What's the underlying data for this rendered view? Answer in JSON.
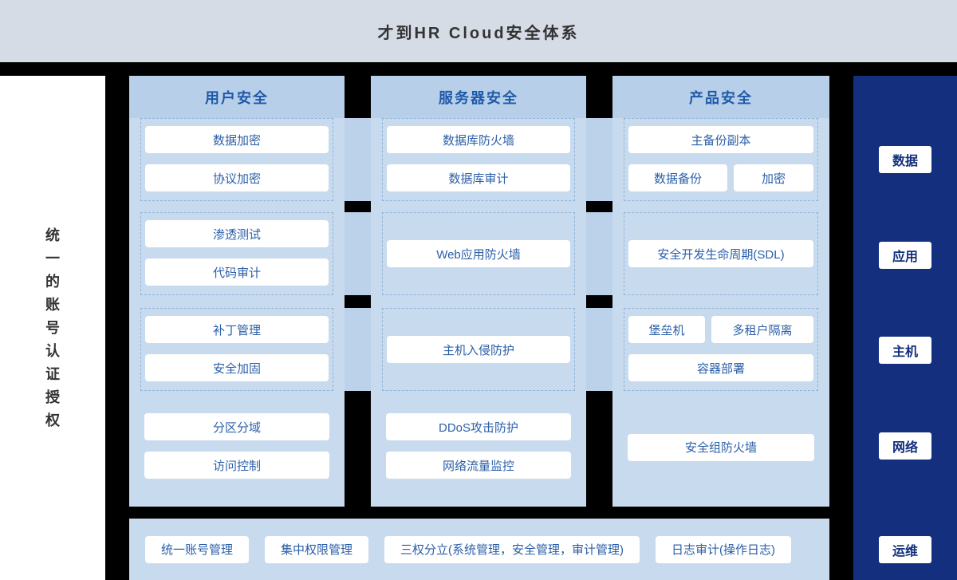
{
  "header": {
    "title": "才到HR Cloud安全体系"
  },
  "left_sidebar": {
    "vertical_label": "统一的账号认证授权"
  },
  "columns": [
    {
      "title": "用户安全",
      "groups": [
        {
          "dashed": true,
          "rows": [
            [
              {
                "label": "数据加密"
              }
            ],
            [
              {
                "label": "协议加密"
              }
            ]
          ]
        },
        {
          "dashed": true,
          "rows": [
            [
              {
                "label": "渗透测试"
              }
            ],
            [
              {
                "label": "代码审计"
              }
            ]
          ]
        },
        {
          "dashed": true,
          "rows": [
            [
              {
                "label": "补丁管理"
              }
            ],
            [
              {
                "label": "安全加固"
              }
            ]
          ]
        },
        {
          "dashed": false,
          "rows": [
            [
              {
                "label": "分区分域"
              }
            ],
            [
              {
                "label": "访问控制"
              }
            ]
          ]
        }
      ]
    },
    {
      "title": "服务器安全",
      "groups": [
        {
          "dashed": true,
          "rows": [
            [
              {
                "label": "数据库防火墙"
              }
            ],
            [
              {
                "label": "数据库审计"
              }
            ]
          ]
        },
        {
          "dashed": true,
          "rows": [
            [
              {
                "label": "Web应用防火墙"
              }
            ]
          ]
        },
        {
          "dashed": true,
          "rows": [
            [
              {
                "label": "主机入侵防护"
              }
            ]
          ]
        },
        {
          "dashed": false,
          "rows": [
            [
              {
                "label": "DDoS攻击防护"
              }
            ],
            [
              {
                "label": "网络流量监控"
              }
            ]
          ]
        }
      ]
    },
    {
      "title": "产品安全",
      "groups": [
        {
          "dashed": true,
          "rows": [
            [
              {
                "label": "主备份副本"
              }
            ],
            [
              {
                "label": "数据备份",
                "w": 124
              },
              {
                "label": "加密"
              }
            ]
          ]
        },
        {
          "dashed": true,
          "rows": [
            [
              {
                "label": "安全开发生命周期(SDL)"
              }
            ]
          ]
        },
        {
          "dashed": true,
          "rows": [
            [
              {
                "label": "堡垒机",
                "w": 96
              },
              {
                "label": "多租户隔离"
              }
            ],
            [
              {
                "label": "容器部署"
              }
            ]
          ]
        },
        {
          "dashed": false,
          "rows": [
            [
              {
                "label": "安全组防火墙"
              }
            ]
          ]
        }
      ]
    }
  ],
  "right_sidebar": {
    "items": [
      "数据",
      "应用",
      "主机",
      "网络",
      "运维"
    ]
  },
  "bottom_bar": {
    "items": [
      "统一账号管理",
      "集中权限管理",
      "三权分立(系统管理，安全管理，审计管理)",
      "日志审计(操作日志)"
    ]
  },
  "colors": {
    "topbar": "#d5dce5",
    "panel": "#c8daed",
    "panel_header": "#b7cfe9",
    "connector": "#bcd2ea",
    "dashed": "#90b5db",
    "chip_text": "#2b5fa8",
    "header_text": "#1f5aa8",
    "navy": "#132f7d"
  }
}
